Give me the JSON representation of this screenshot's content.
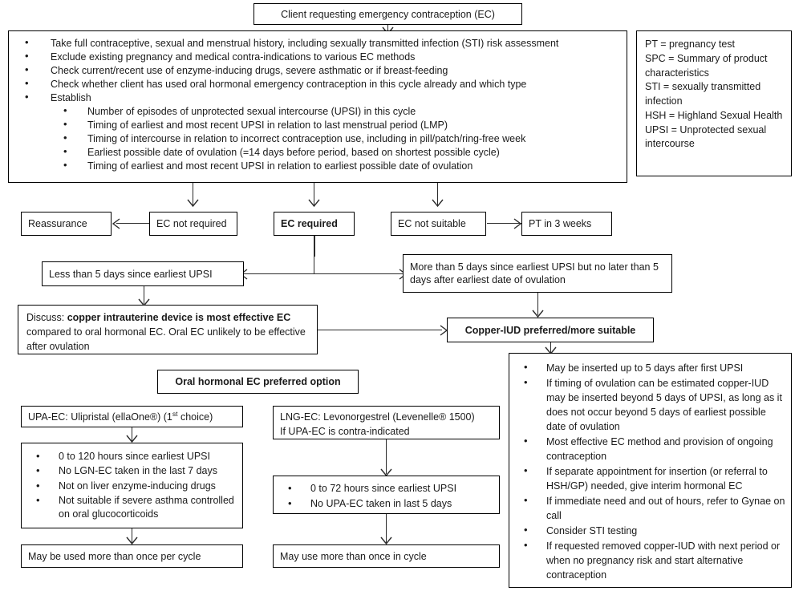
{
  "title": "Emergency Contraception (EC) clinical pathway flowchart",
  "nodes": {
    "start": "Client requesting emergency contraception (EC)",
    "assessment_bullets": [
      "Take full contraceptive, sexual and menstrual history, including sexually transmitted infection (STI) risk assessment",
      "Exclude existing pregnancy and medical contra-indications to various EC methods",
      "Check current/recent use of enzyme-inducing drugs, severe asthmatic or if breast-feeding",
      "Check whether client has used oral hormonal emergency contraception in this cycle already and which type",
      "Establish"
    ],
    "assessment_sub_bullets": [
      "Number of episodes of unprotected sexual intercourse (UPSI) in this cycle",
      "Timing of earliest and most recent UPSI in relation to last menstrual period (LMP)",
      "Timing of intercourse in relation to incorrect contraception use, including in pill/patch/ring-free week",
      "Earliest possible date of ovulation (=14 days before period, based on shortest possible cycle)",
      "Timing of earliest and most recent UPSI in relation to earliest possible date of ovulation"
    ],
    "legend": [
      "PT = pregnancy test",
      "SPC = Summary of product characteristics",
      "STI = sexually transmitted infection",
      "HSH = Highland Sexual Health",
      "UPSI = Unprotected sexual intercourse"
    ],
    "reassurance": "Reassurance",
    "ec_not_required": "EC not required",
    "ec_required": "EC required",
    "ec_not_suitable": "EC not suitable",
    "pt_in_3_weeks": "PT in 3 weeks",
    "less_than_5_days": "Less than 5 days since earliest UPSI",
    "more_than_5_days": "More than 5 days since earliest UPSI but no later than 5 days after earliest date of ovulation",
    "discuss_prefix": "Discuss: ",
    "discuss_bold": "copper intrauterine device is most effective EC",
    "discuss_suffix": " compared to oral hormonal EC. Oral EC unlikely to be effective after ovulation",
    "copper_iud_preferred": "Copper-IUD preferred/more suitable",
    "oral_hormonal_preferred": "Oral hormonal EC preferred option",
    "upa_ec_title_pre": "UPA-EC: Ulipristal (ellaOne®) (1",
    "upa_ec_title_sup": "st",
    "upa_ec_title_post": " choice)",
    "upa_ec_bullets": [
      "0 to 120 hours since earliest UPSI",
      "No LGN-EC taken in the last 7 days",
      "Not on liver enzyme-inducing drugs",
      "Not suitable if severe asthma controlled on oral glucocorticoids"
    ],
    "upa_ec_footer": "May be used more than once per cycle",
    "lng_ec_title_line1": "LNG-EC: Levonorgestrel (Levenelle® 1500)",
    "lng_ec_title_line2": "If UPA-EC is contra-indicated",
    "lng_ec_bullets": [
      "0 to 72 hours since earliest UPSI",
      "No UPA-EC taken in last 5 days"
    ],
    "lng_ec_footer": "May use more than once in cycle",
    "copper_iud_bullets": [
      "May be inserted up to 5 days after first UPSI",
      "If timing of ovulation can be estimated copper-IUD may be inserted beyond 5 days of UPSI, as long as it does not occur beyond 5 days of earliest possible date of ovulation",
      "Most effective EC method and provision of ongoing contraception",
      "If separate appointment for insertion (or referral to HSH/GP) needed, give interim hormonal EC",
      "If immediate need and out of hours, refer to Gynae on call",
      "Consider STI testing",
      "If requested removed copper-IUD with next period or when no pregnancy risk and start alternative contraception"
    ]
  },
  "colors": {
    "border": "#000000",
    "text": "#1a1a1a",
    "connector": "#2b2b2b",
    "background": "#ffffff"
  }
}
